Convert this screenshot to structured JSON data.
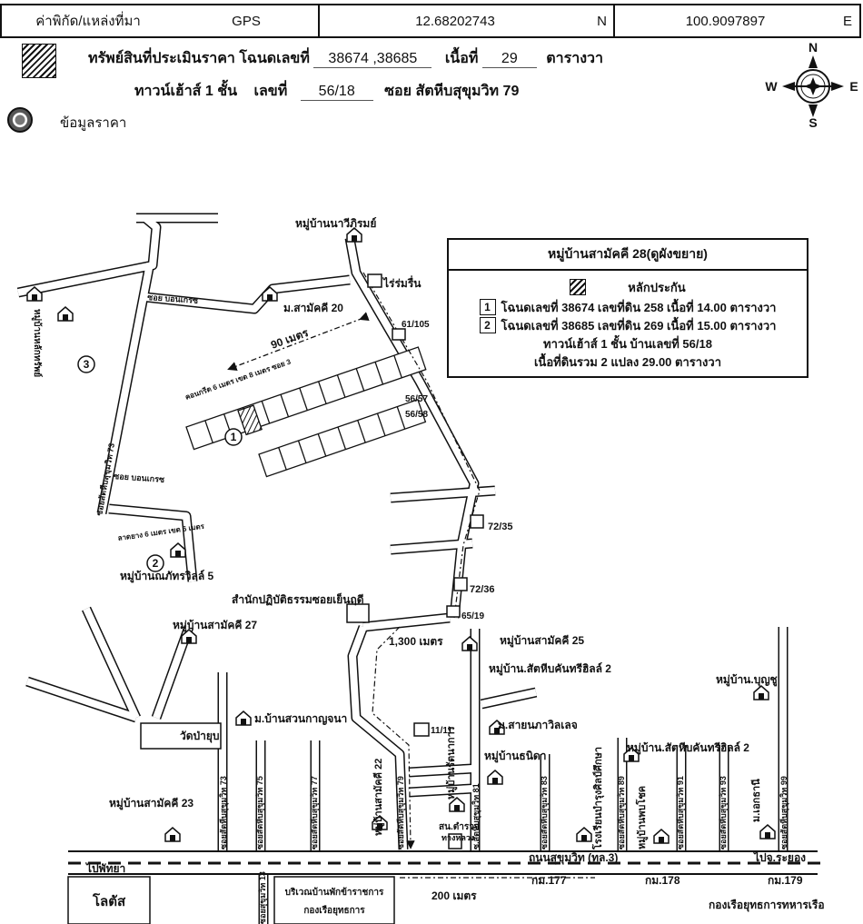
{
  "header": {
    "coord_label": "ค่าพิกัด/แหล่งที่มา",
    "source": "GPS",
    "lat": "12.68202743",
    "lat_dir": "N",
    "lon": "100.9097897",
    "lon_dir": "E"
  },
  "property": {
    "title": "ทรัพย์สินที่ประเมินราคา โฉนดเลขที่",
    "deed_numbers": "38674 ,38685",
    "area_label": "เนื้อที่",
    "area_value": "29",
    "area_unit": "ตารางวา",
    "house_type": "ทาวน์เฮ้าส์ 1 ชั้น",
    "number_label": "เลขที่",
    "house_number": "56/18",
    "soi_label": "ซอย",
    "soi_name": "สัตหีบสุขุมวิท",
    "soi_number": "79"
  },
  "price_info_label": "ข้อมูลราคา",
  "compass": {
    "n": "N",
    "s": "S",
    "e": "E",
    "w": "W"
  },
  "legend": {
    "title": "หมู่บ้านสามัคคี 28(ดูผังขยาย)",
    "collateral_label": "หลักประกัน",
    "parcels": [
      {
        "num": "1",
        "text": "โฉนดเลขที่ 38674  เลขที่ดิน 258  เนื้อที่ 14.00 ตารางวา"
      },
      {
        "num": "2",
        "text": "โฉนดเลขที่ 38685  เลขที่ดิน 269  เนื้อที่ 15.00 ตารางวา"
      }
    ],
    "house": "ทาวน์เฮ้าส์ 1 ชั้น  บ้านเลขที่ 56/18",
    "total": "เนื้อที่ดินรวม 2 แปลง  29.00  ตารางวา"
  },
  "map": {
    "markers": [
      "1",
      "2",
      "3"
    ],
    "labels": [
      "หมู่บ้านนาวีภิรมย์",
      "ไร่ร่มรื่น",
      "ม.สามัคคี 20",
      "61/105",
      "90 เมตร",
      "56/57",
      "56/58",
      "72/35",
      "72/36",
      "65/19",
      "สำนักปฏิบัติธรรมซอยเย็นฤดี",
      "หมู่บ้านณภัทรวิลล์ 5",
      "หมู่บ้านสามัคคี 27",
      "1,300 เมตร",
      "หมู่บ้านสามัคคี 25",
      "หมู่บ้าน.สัตหีบคันทรีฮิลล์ 2",
      "หมู่บ้าน.บุญชู",
      "ม.บ้านสวนกาญจนา",
      "วัดป่ายุบ",
      "11/11",
      "ม.สายนภาวิลเลจ",
      "หมู่บ้านธนิดา",
      "หมู่บ้าน.สัตหีบคันทรีฮิลล์ 2",
      "หมู่บ้านสามัคคี 23",
      "สน.ตำรวจ",
      "ทางหลวง",
      "ถนนสุขุมวิท (ทล.3)",
      "ไปจ.ระยอง",
      "ไปพัทยา",
      "โลตัส",
      "บริเวณบ้านพักข้าราชการ",
      "กองเรือยุทธการ",
      "200 เมตร",
      "กม.177",
      "กม.178",
      "กม.179",
      "กองเรือยุทธการทหารเรือ",
      "ซอยสัตหีบสุขุมวิท 73",
      "ซอยสัตหีบสุขุมวิท 75",
      "ซอยสัตหีบสุขุมวิท 77",
      "หมู่บ้านสามัคคี 22",
      "ซอยสัตหีบสุขุมวิท 79",
      "หมู่บ้านรัตนาการ",
      "ซ.สัตหีบสุขุมวิท 81",
      "ซอยสัตหีบสุขุมวิท 83",
      "โรงเรียนบำรุงศิลป์ศึกษา",
      "ซอยสัตหีบสุขุมวิท 89",
      "หมู่บ้านพบโชค",
      "ซอยสัตหีบสุขุมวิท 91",
      "ซอยสัตหีบสุขุมวิท 93",
      "ม.เอกธานี",
      "ซอยสัตหีบสุขุมวิท 99",
      "ซอยสุขุมวิท 13",
      "ซอย บอนเกรซ",
      "ซอย บอนเกรซ",
      "ซอยสัตหีบสุขุมวิท 73",
      "หมู่บ้านหลักทรัพย์",
      "คอนกรีต 6 เมตร เขต 8 เมตร ซอย 3",
      "ลาดยาง 6 เมตร เขต 6 เมตร"
    ]
  }
}
